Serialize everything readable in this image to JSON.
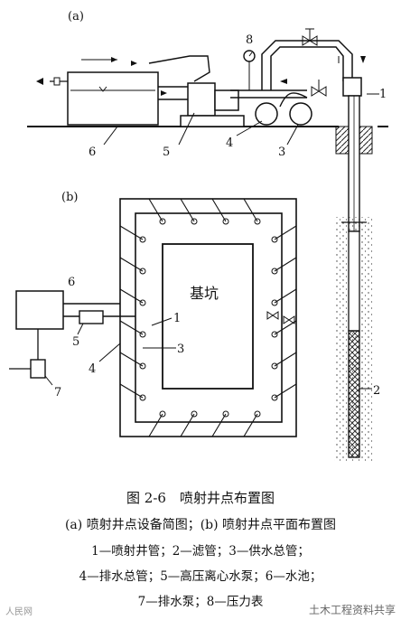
{
  "panels": {
    "a_label": "(a)",
    "b_label": "(b)"
  },
  "part_a_numbers": [
    "8",
    "1",
    "6",
    "5",
    "4",
    "3",
    "2"
  ],
  "part_b": {
    "pit_label": "基坑",
    "numbers": [
      "6",
      "5",
      "1",
      "3",
      "4",
      "7"
    ]
  },
  "caption": {
    "title": "图 2-6　喷射井点布置图",
    "subtitle": "(a) 喷射井点设备简图；(b) 喷射井点平面布置图",
    "legend_line1": "1—喷射井管；2—滤管；3—供水总管；",
    "legend_line2": "4—排水总管；5—高压离心水泵；6—水池；",
    "legend_line3": "7—排水泵；8—压力表"
  },
  "watermarks": {
    "left": "人民网",
    "right": "土木工程资料共享"
  }
}
